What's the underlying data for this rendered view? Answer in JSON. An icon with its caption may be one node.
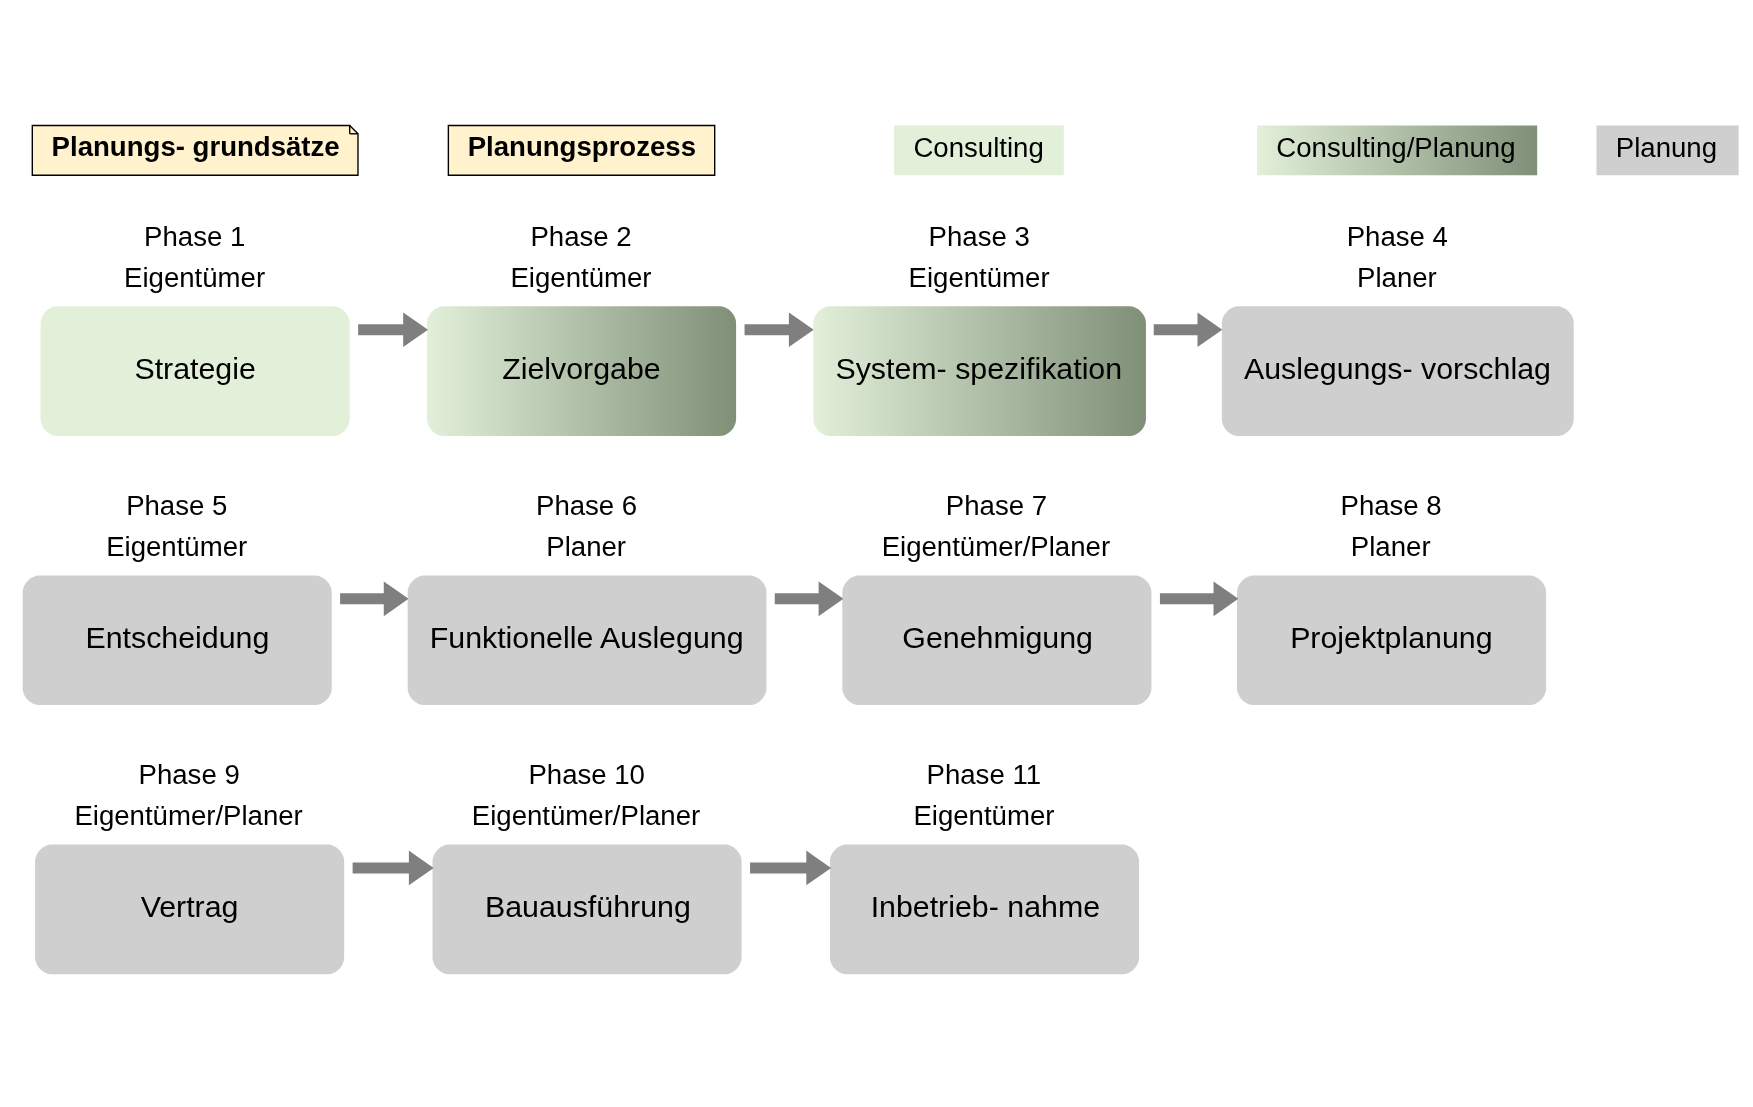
{
  "diagram": {
    "nodes": [
      {
        "text": [
          "Planungs- grundsätze"
        ]
      },
      {
        "text": [
          "Planungsprozess"
        ]
      },
      {
        "text": [
          "Consulting"
        ]
      },
      {
        "text": [
          "Consulting/Planung"
        ]
      },
      {
        "text": [
          "Planung"
        ]
      },
      {
        "text": [
          "Strategie"
        ],
        "beside": [
          "Phase 1",
          "Eigentümer"
        ]
      },
      {
        "text": [
          "Zielvorgabe"
        ],
        "beside": [
          "Phase 2",
          "Eigentümer"
        ]
      },
      {
        "text": [
          "System- spezifikation"
        ],
        "beside": [
          "Phase 3",
          "Eigentümer"
        ]
      },
      {
        "text": [
          "Auslegungs- vorschlag"
        ],
        "beside": [
          "Phase 4",
          "Planer"
        ]
      },
      {
        "text": [
          "Entscheidung"
        ],
        "beside": [
          "Phase 5",
          "Eigentümer"
        ]
      },
      {
        "text": [
          "Funktionelle Auslegung"
        ],
        "beside": [
          "Phase 6",
          "Planer"
        ]
      },
      {
        "text": [
          "Genehmigung"
        ],
        "beside": [
          "Phase 7",
          "Eigentümer/Planer"
        ]
      },
      {
        "text": [
          "Projektplanung"
        ],
        "beside": [
          "Phase 8",
          "Planer"
        ]
      },
      {
        "text": [
          "Vertrag"
        ],
        "beside": [
          "Phase 9",
          "Eigentümer/Planer"
        ]
      },
      {
        "text": [
          "Bauausführung"
        ],
        "beside": [
          "Phase 10",
          "Eigentümer/Planer"
        ]
      },
      {
        "text": [
          "Inbetrieb- nahme"
        ],
        "beside": [
          "Phase 11",
          "Eigentümer"
        ]
      }
    ],
    "edges": [
      {
        "from": 5,
        "to": 6,
        "arrow": "to"
      },
      {
        "from": 6,
        "to": 7,
        "arrow": "to"
      },
      {
        "from": 7,
        "to": 8,
        "arrow": "to"
      },
      {
        "from": 9,
        "to": 10,
        "arrow": "to"
      },
      {
        "from": 10,
        "to": 11,
        "arrow": "to"
      },
      {
        "from": 11,
        "to": 12,
        "arrow": "to"
      },
      {
        "from": 13,
        "to": 14,
        "arrow": "to"
      },
      {
        "from": 14,
        "to": 15,
        "arrow": "to"
      }
    ]
  }
}
